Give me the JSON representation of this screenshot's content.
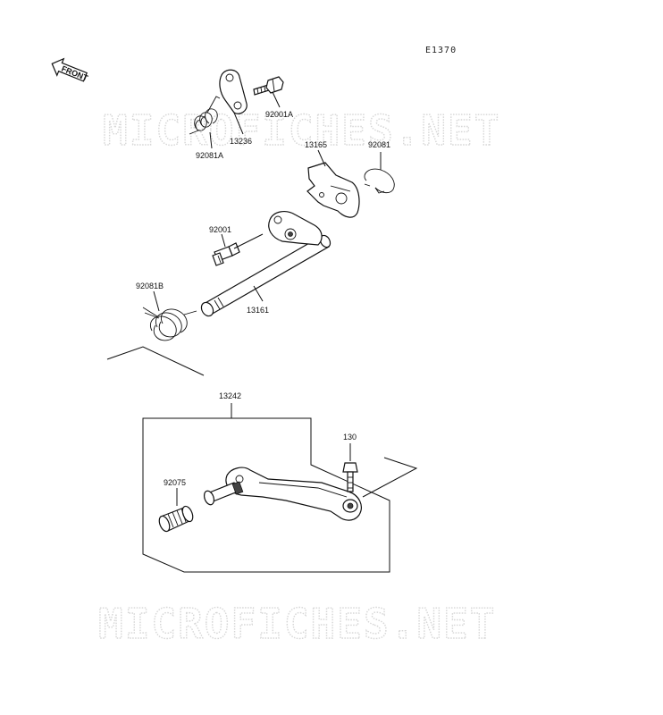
{
  "diagram": {
    "code": "E1370",
    "front_label": "FRONT",
    "watermark": "MICROFICHES.NET",
    "parts": {
      "p92001A": "92001A",
      "p13236": "13236",
      "p92081A": "92081A",
      "p13165": "13165",
      "p92081": "92081",
      "p92001": "92001",
      "p92081B": "92081B",
      "p13161": "13161",
      "p13242": "13242",
      "p130": "130",
      "p92075": "92075"
    }
  }
}
